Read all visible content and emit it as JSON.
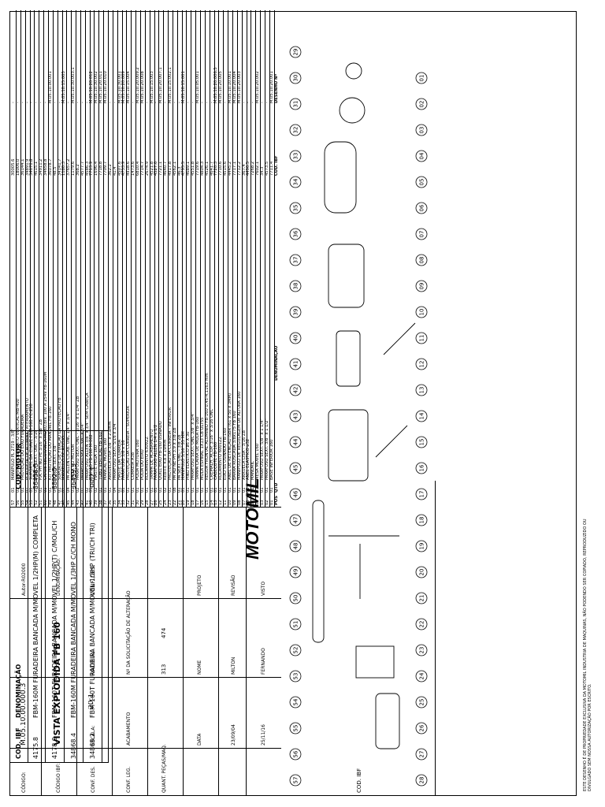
{
  "title_block": {
    "logo": "MOTOMIL",
    "drawing_title": "VISTA EXPLODIDA FB 160",
    "drawing_code": "M.05.10.00.000.3",
    "label_denominacao": "DENOMINAÇÃO:",
    "label_material": "MATERIAL:",
    "material_value": "CONF. DES.",
    "label_n_alteracao": "Nº DA SOLICITAÇÃO DE ALTERAÇÃO",
    "label_escala": "ESCALA:",
    "escala_value": "20:1",
    "label_acabamento": "ACABAMENTO",
    "label_codigo_ibf": "CÓDIGO IBF:",
    "label_codigo": "CÓDIGO:",
    "conf_leg": "CONF. LEG.",
    "conf_des": "CONF. DES.",
    "label_quant": "QUANT. PEÇAS/MAQ.",
    "label_data": "DATA",
    "label_nome": "NOME",
    "label_projeto": "PROJETO",
    "label_revisao": "REVISÃO",
    "label_visto": "VISTO",
    "projeto_date": "23/09/04",
    "projeto_name": "MILTON",
    "revisao_date": "25/11/16",
    "revisao_name": "FERNANDO",
    "rev_313": "313",
    "rev_474": "474",
    "autor": "Autor-R02000",
    "header_pos": "POS",
    "header_qtd": "QTD",
    "header_denominacao": "DENOMINAÇÃO",
    "header_cod_ibf": "COD. IBF",
    "header_desenho": "DESENHO Nº"
  },
  "parts": [
    {
      "pos": "57",
      "qtd": "01",
      "desc": "MANIPULO PL 2719 - 3/8\"",
      "ibf": "30005.6",
      "des": "-"
    },
    {
      "pos": "56",
      "qtd": "01",
      "desc": "TAMPA FECHAMENTO VERTICAL MB-400",
      "ibf": "18006.0",
      "des": "-"
    },
    {
      "pos": "55",
      "qtd": "01",
      "desc": "PROTEÇÃO DO EIXO FURADEIRA",
      "ibf": "36144.1",
      "des": "-"
    },
    {
      "pos": "54",
      "qtd": "01",
      "desc": "PLAQUETA DE ALUMINIO ATERRAMENTO",
      "ibf": "34891.9",
      "des": "-"
    },
    {
      "pos": "53",
      "qtd": "01",
      "desc": "SUPORTE DA CHAVE FBM-160 FC-250",
      "ibf": "34670.8",
      "des": "-"
    },
    {
      "pos": "52",
      "qtd": "05",
      "desc": "PORCA SEXT. UNC - 3/16\"",
      "ibf": "4615.1",
      "des": "-"
    },
    {
      "pos": "51",
      "qtd": "01",
      "desc": "P.A. PH NO PE 3/16\" x 5/8\" ZB",
      "ibf": "34911.2",
      "des": "-"
    },
    {
      "pos": "50",
      "qtd": "01",
      "desc": "CHAVE SEGURANCA MONO.BIV. 100 A 254V FB-160M",
      "ibf": "34658.8",
      "des": "-"
    },
    {
      "pos": "49",
      "qtd": "01",
      "desc": "KIT PROTEÇÃO DO MANDRIL FB-160",
      "ibf": "36078.7",
      "des": "M.05.10.00.001"
    },
    {
      "pos": "48",
      "qtd": "04",
      "desc": "PORCA SEXT. 3/8\"",
      "ibf": "48.5",
      "des": "-"
    },
    {
      "pos": "47",
      "qtd": "01",
      "desc": "SUPORTE DE FIXAÇÃO DA PROTEÇÃO FB",
      "ibf": "34141.7",
      "des": "-"
    },
    {
      "pos": "46",
      "qtd": "01",
      "desc": "MANIPULO DE RECUO",
      "ibf": "1180.3",
      "des": "M.05.10.15.005"
    },
    {
      "pos": "45",
      "qtd": "04",
      "desc": "PA ALLEN C/CAB. UNC 1/4\" x 3/4\"",
      "ibf": "37657.2",
      "des": "-"
    },
    {
      "pos": "44",
      "qtd": "01",
      "desc": "MESA DO MOTOR",
      "ibf": "1179.6",
      "des": "M.05.10.30.003.1"
    },
    {
      "pos": "43",
      "qtd": "02",
      "desc": "PARAFUSO SEXT. UNC - 5/16\" x 1 1/4\" ZB",
      "ibf": "368.2",
      "des": "-"
    },
    {
      "pos": "42",
      "qtd": "01",
      "desc": "PARAFUSO SEXT. 3/8\" x 3/4\"",
      "ibf": "4577.7",
      "des": "-"
    },
    {
      "pos": "41",
      "qtd": "02",
      "desc": "PARAFUSO ALLEN 3/8\" x 3/4\" SEM CABEÇA",
      "ibf": "4586.3",
      "des": "-"
    },
    {
      "pos": "40",
      "qtd": "01",
      "desc": "PINHÃO FB-160 M-062",
      "ibf": "7713.9",
      "des": "M.05.10.20.012"
    },
    {
      "pos": "39",
      "qtd": "02",
      "desc": "HASTE PEGA 160",
      "ibf": "1696.4",
      "des": "M.05.10.30.002"
    },
    {
      "pos": "38",
      "qtd": "01",
      "desc": "TUBO VERTICAL FB-160",
      "ibf": "7718.8",
      "des": "M.05.10.20.011"
    },
    {
      "pos": "37",
      "qtd": "01",
      "desc": "MANCAL MOVEL 160",
      "ibf": "7709.7",
      "des": "M.05.10.20.010"
    },
    {
      "pos": "36",
      "qtd": "01",
      "desc": "ARRUELA LISA 3/8\" x 2.8mm",
      "ibf": "362.2",
      "des": "-"
    },
    {
      "pos": "35",
      "qtd": "04",
      "desc": "PARAFUSO SEXT. 5/16 x 3/4",
      "ibf": "41.4",
      "des": "-"
    },
    {
      "pos": "34",
      "qtd": "01",
      "desc": "HASTE DA CORREIA",
      "ibf": "4507.6",
      "des": "M.05.10.30.001"
    },
    {
      "pos": "33",
      "qtd": "01",
      "desc": "PARAFUSO 3/8 x 16",
      "ibf": "4753.9",
      "des": "M.05.10.20.009"
    },
    {
      "pos": "32",
      "qtd": "01",
      "desc": "PROTEÇÃO DA CORREIA - SUPERIOR",
      "ibf": "4918.6",
      "des": "M.05.10.15.004"
    },
    {
      "pos": "31",
      "qtd": "01",
      "desc": "CORREIA A38",
      "ibf": "1473.6",
      "des": "-"
    },
    {
      "pos": "30",
      "qtd": "01",
      "desc": "POLIA MOTORA 160",
      "ibf": "6810.4",
      "des": "M.05.10.20.009.2"
    },
    {
      "pos": "29",
      "qtd": "01",
      "desc": "POLIA DO EIXO",
      "ibf": "7714.7",
      "des": "M.05.10.20.008"
    },
    {
      "pos": "28",
      "qtd": "01",
      "desc": "ROLAMENTO 6309ZZ",
      "ibf": "2674.9",
      "des": "-"
    },
    {
      "pos": "27",
      "qtd": "01",
      "desc": "TAMPA DE ACABAMENTO",
      "ibf": "4521.8",
      "des": "M.05.10.15.003"
    },
    {
      "pos": "26",
      "qtd": "01",
      "desc": "PARAFUSO ALLEN 1/4 x 1/2",
      "ibf": "4527.6",
      "des": "-"
    },
    {
      "pos": "25",
      "qtd": "01",
      "desc": "QUILL EIXO FB-160 USINADO",
      "ibf": "7721.1",
      "des": "M.05.10.20.007.1"
    },
    {
      "pos": "24",
      "qtd": "02",
      "desc": "REBITE 4.8 x 19mm",
      "ibf": "4640.7",
      "des": "-"
    },
    {
      "pos": "23",
      "qtd": "01",
      "desc": "PROTEÇÃO DA CORREIA - INFERIOR",
      "ibf": "4917.8",
      "des": "M.05.10.15.002.1"
    },
    {
      "pos": "22",
      "qtd": "08",
      "desc": "PA AD NE PH 3.9 x 3/8 ZB",
      "ibf": "4562.1",
      "des": "-"
    },
    {
      "pos": "21",
      "qtd": "01",
      "desc": "PA SEXT. UNC - 3/8 ZB",
      "ibf": "46.3",
      "des": "-"
    },
    {
      "pos": "20",
      "qtd": "01",
      "desc": "MANIPULO 5/16\" 55 MM",
      "ibf": "4795.5",
      "des": "M.05.10.15.001"
    },
    {
      "pos": "19",
      "qtd": "01",
      "desc": "PINO ELASTICO ø5 X 30",
      "ibf": "4689.1",
      "des": "-"
    },
    {
      "pos": "18",
      "qtd": "01",
      "desc": "PARAFUSO SEXT. UNC 3/8\" x 3/4\"",
      "ibf": "4551.8",
      "des": "-"
    },
    {
      "pos": "17",
      "qtd": "01",
      "desc": "TAMPA CAIXA DE MOLA FB-160",
      "ibf": "7719.6",
      "des": "M.05.10.05.001"
    },
    {
      "pos": "16",
      "qtd": "01",
      "desc": "MOLA ESPIRAL 1X13 CB OLT55",
      "ibf": "4804.3",
      "des": "-"
    },
    {
      "pos": "15",
      "qtd": "01",
      "desc": "REGUA FRONTAL ALUMINIO FB-160 0,45-4,1163 mm",
      "ibf": "4526.1",
      "des": "-"
    },
    {
      "pos": "14",
      "qtd": "01",
      "desc": "CREMALH. ACOP. 3/16\" x 3/16 UNC",
      "ibf": "4641.7",
      "des": "-"
    },
    {
      "pos": "13",
      "qtd": "01",
      "desc": "CABEÇOTE FB-160",
      "ibf": "7720.3",
      "des": "M.05.10.20.006.5"
    },
    {
      "pos": "12",
      "qtd": "01",
      "desc": "ROLAMENTO 6001ZZ",
      "ibf": "7710.6",
      "des": "M.05.10.20.005"
    },
    {
      "pos": "11",
      "qtd": "01",
      "desc": "EIXO SS USINADO FB-160",
      "ibf": "4515.6",
      "des": "-"
    },
    {
      "pos": "10",
      "qtd": "01",
      "desc": "ANEL DE RETENÇÃO ISBR (61 x 50 x 3MM)",
      "ibf": "4445.2",
      "des": "M.05.10.10.001"
    },
    {
      "pos": "09",
      "qtd": "01",
      "desc": "BARRA ROSCADA 3/8x175 FB 160",
      "ibf": "7717.1",
      "des": "M.05.10.20.004"
    },
    {
      "pos": "08",
      "qtd": "01",
      "desc": "MANIPULO DE REGULAGEM DE ALTURA 160",
      "ibf": "7712.2",
      "des": "M.05.10.20.003"
    },
    {
      "pos": "07",
      "qtd": "01",
      "desc": "ARRUELA LISA - 3/16 ZB",
      "ibf": "367.4",
      "des": "-"
    },
    {
      "pos": "06",
      "qtd": "01",
      "desc": "ANEL ELASTICO ø32",
      "ibf": "4496.5",
      "des": "-"
    },
    {
      "pos": "05",
      "qtd": "01",
      "desc": "MANDRIL",
      "ibf": "7268.2",
      "des": "-"
    },
    {
      "pos": "04",
      "qtd": "01",
      "desc": "MESA MOVEL 160",
      "ibf": "7602.1",
      "des": "M.05.10.20.002"
    },
    {
      "pos": "03",
      "qtd": "01",
      "desc": "PARAFUSO SEXT. 5/8\" x 1 1/4\"",
      "ibf": "34.3",
      "des": "-"
    },
    {
      "pos": "02",
      "qtd": "01",
      "desc": "PARAFUSO SEXT. 3/8\" x 1 1/2\"",
      "ibf": "4573.5",
      "des": "-"
    },
    {
      "pos": "01",
      "qtd": "01",
      "desc": "BASE INFERIOR 160",
      "ibf": "7711.4",
      "des": "M.05.10.20.001"
    }
  ],
  "motor_table": {
    "header_cod_ibf": "COD. IBF",
    "header_denominacao": "DENOMINAÇÃO",
    "header_cod_motor": "COD. MOTOR",
    "rows": [
      {
        "ibf": "4175.8",
        "desc": "FBM-160M FURADEIRA BANCADA M/MOVEL 1/2HP(M) COMPLETA",
        "motor": "36458.5"
      },
      {
        "ibf": "4178.9",
        "desc": "FBM-160T FURADEIRA BANCADA M/MOVEL 1/2HP(T) C/MOL/CH",
        "motor": "3802.5"
      },
      {
        "ibf": "34868.4",
        "desc": "FBM-160M FURADEIRA BANCADA M/MOVEL 1/3HP C/CH MONO",
        "motor": "36459.5"
      },
      {
        "ibf": "34868.2",
        "desc": "FBM-160T FURADEIRA BANCADA M/MOVEL 1/3HP (TRI/CH TRI)",
        "motor": "3802.3"
      }
    ]
  },
  "copyright_note": "ESTE DESENHO É DE PROPRIEDADE EXCLUSIVA DA MOTOMIL INDUSTRIA DE MAQUINAS, NÃO PODENDO SER COPIADO, REPRODUZIDO OU DIVULGADO SEM NOSSA AUTORIZAÇÃO POR ESCRITO.",
  "balloons": [
    "57",
    "56",
    "55",
    "54",
    "53",
    "52",
    "51",
    "50",
    "49",
    "48",
    "47",
    "46",
    "45",
    "44",
    "43",
    "42",
    "41",
    "40",
    "39",
    "38",
    "37",
    "36",
    "35",
    "34",
    "33",
    "32",
    "31",
    "30",
    "29",
    "28",
    "27",
    "26",
    "25",
    "24",
    "23",
    "22",
    "21",
    "20",
    "19",
    "18",
    "17",
    "16",
    "15",
    "14",
    "13",
    "12",
    "11",
    "10",
    "09",
    "08",
    "07",
    "06",
    "05",
    "04",
    "03",
    "02",
    "01"
  ]
}
